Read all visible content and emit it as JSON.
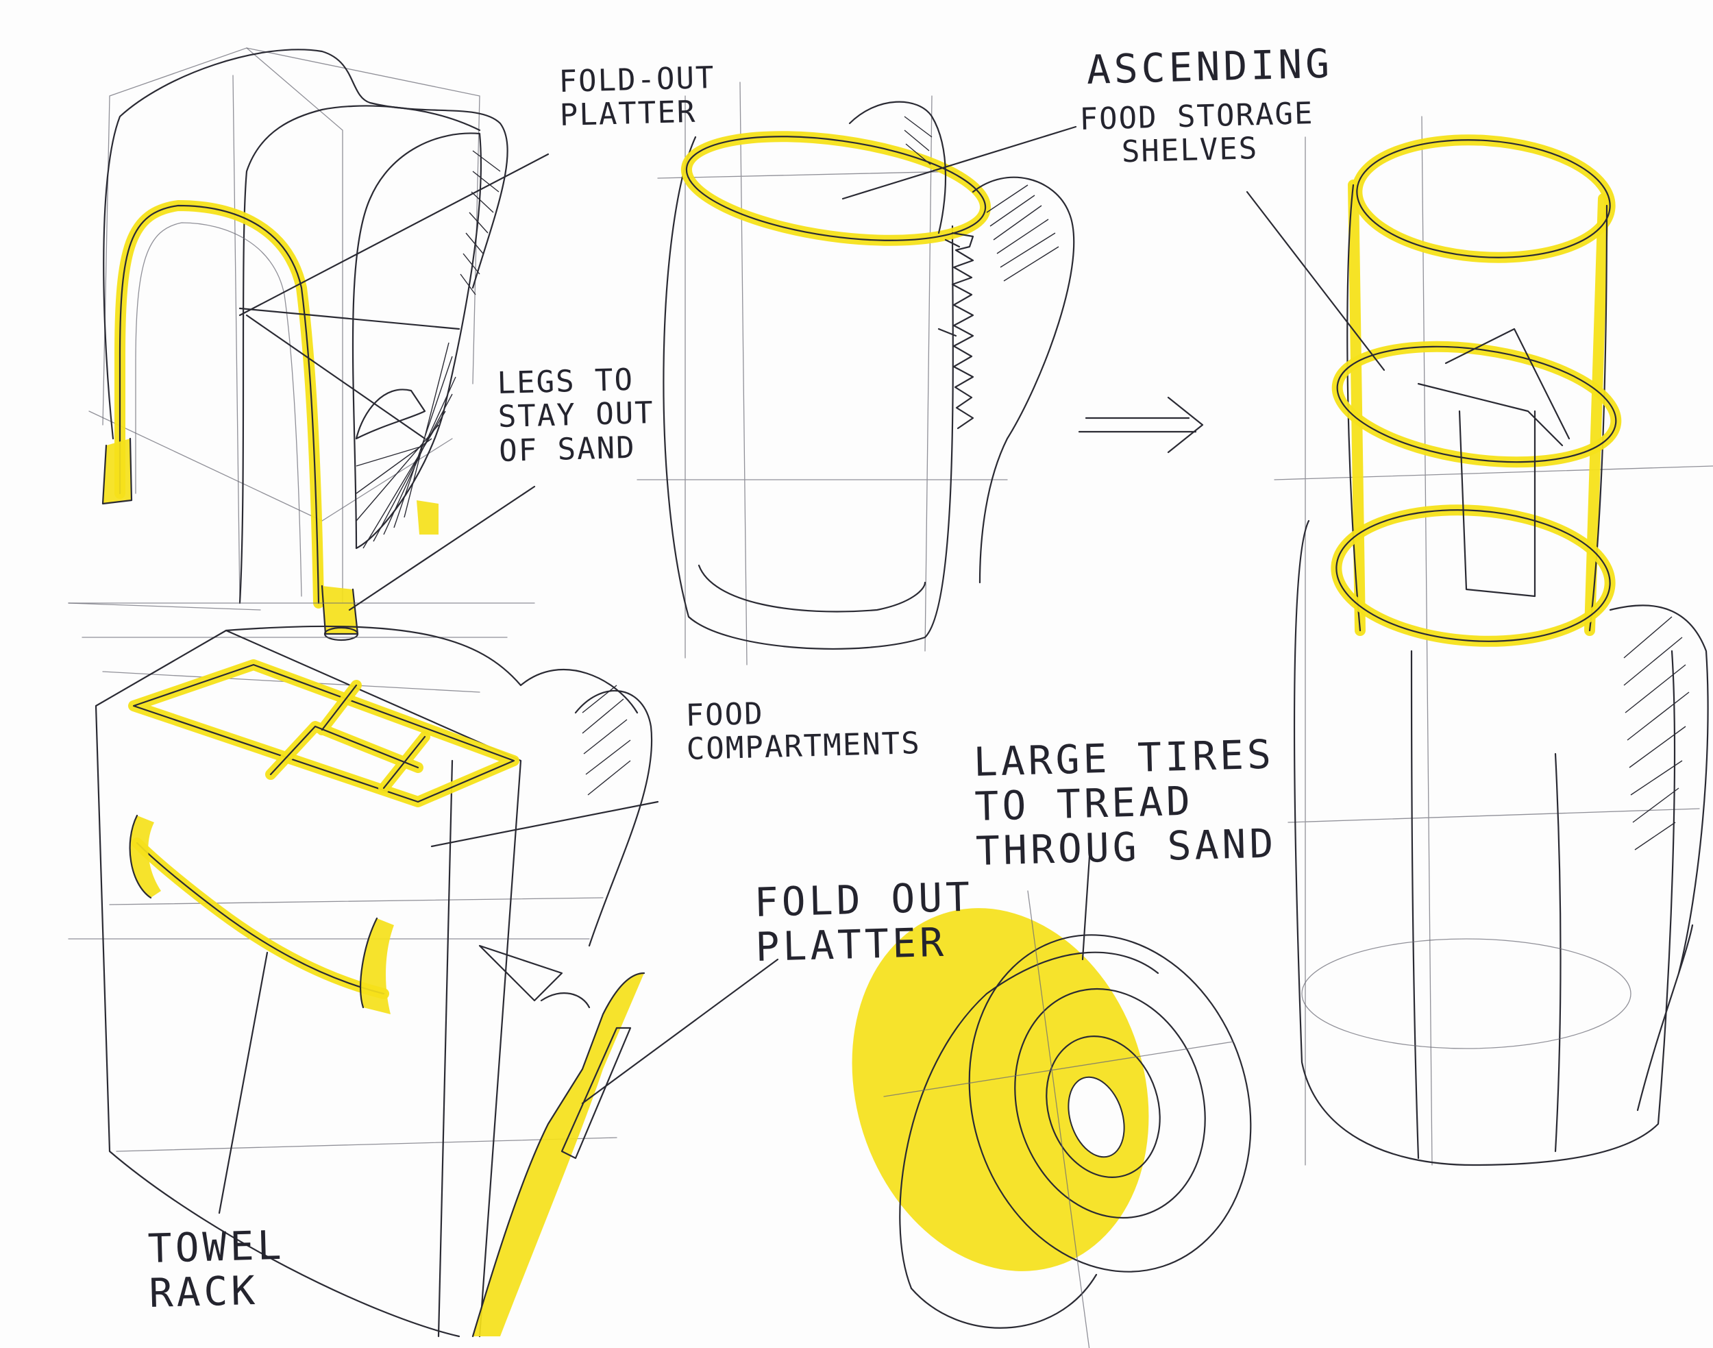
{
  "palette": {
    "ink": "#2a2a33",
    "highlight": "#f5e11a",
    "paper": "#fdfdfd"
  },
  "annotations": {
    "fold_out_platter_top": {
      "line1": "FOLD-OUT",
      "line2": "PLATTER"
    },
    "ascending_shelves": {
      "line1": "ASCENDING",
      "line2": "FOOD STORAGE",
      "line3": "SHELVES"
    },
    "legs": {
      "line1": "LEGS TO",
      "line2": "STAY OUT",
      "line3": "OF SAND"
    },
    "food_compartments": {
      "line1": "FOOD",
      "line2": "COMPARTMENTS"
    },
    "large_tires": {
      "line1": "LARGE TIRES",
      "line2": "TO TREAD",
      "line3": "THROUG SAND"
    },
    "fold_out_platter_bottom": {
      "line1": "FOLD OUT",
      "line2": "PLATTER"
    },
    "towel_rack": {
      "line1": "TOWEL",
      "line2": "RACK"
    }
  }
}
